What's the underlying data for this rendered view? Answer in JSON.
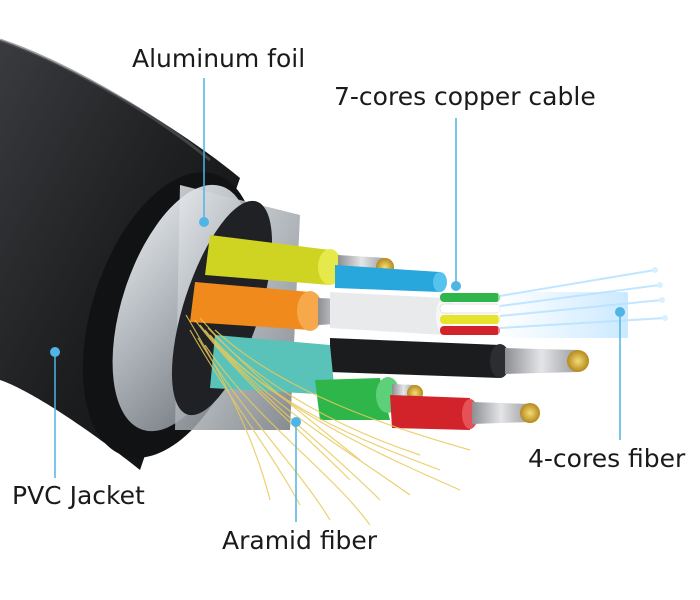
{
  "labels": {
    "aluminum_foil": "Aluminum foil",
    "copper_cable": "7-cores copper cable",
    "fiber_4": "4-cores fiber",
    "pvc_jacket": "PVC Jacket",
    "aramid_fiber": "Aramid fiber"
  },
  "colors": {
    "jacket": "#1e1f21",
    "foil": "#a9afb5",
    "leader": "#4fb4e6",
    "copper": "#c9a227",
    "yellow_core": "#cfd321",
    "orange_core": "#f08a1c",
    "teal_core": "#59c2b9",
    "blue_core": "#27a7dc",
    "green_core": "#2fb64a",
    "red_core": "#d3232a",
    "aramid": "#e8c95a",
    "fiber_glow": "#a8dcff"
  },
  "icons": {
    "leader_dot": "leader-dot-icon"
  }
}
